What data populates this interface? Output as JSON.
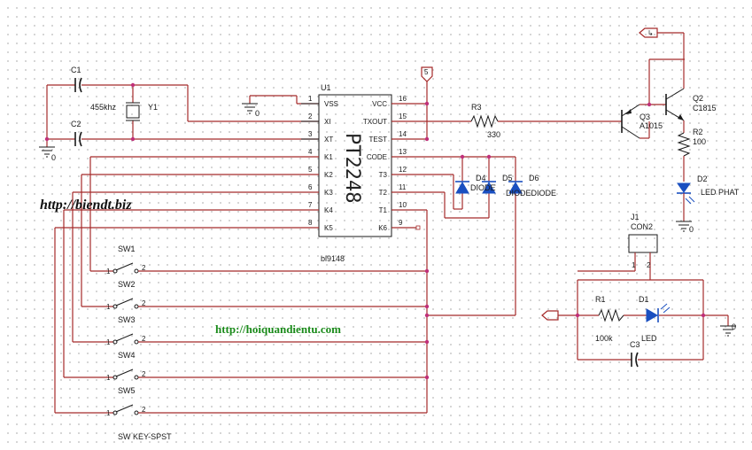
{
  "components": {
    "c1": "C1",
    "c2": "C2",
    "c3": "C3",
    "y1": "Y1",
    "freq": "455khz",
    "u1": "U1",
    "chip_text": "PT2248",
    "chip_sub": "bl9148",
    "r1": "R1",
    "r1_val": "100k",
    "r2": "R2",
    "r2_val": "100",
    "r3": "R3",
    "r3_val": "330",
    "q2": "Q2",
    "q2_type": "C1815",
    "q3": "Q3",
    "q3_type": "A1015",
    "d1": "D1",
    "d1_type": "LED",
    "d2": "D2",
    "d2_type": "LED PHAT",
    "d4": "D4",
    "d5": "D5",
    "d6": "D6",
    "d4_type": "DIODE",
    "d56_type": "DIODEDIODE",
    "j1": "J1",
    "j1_type": "CON2",
    "sw1": "SW1",
    "sw2": "SW2",
    "sw3": "SW3",
    "sw4": "SW4",
    "sw5": "SW5",
    "sw_type": "SW KEY-SPST",
    "ground": "0",
    "power_label": "5"
  },
  "pins_left": [
    {
      "num": "1",
      "name": "VSS"
    },
    {
      "num": "2",
      "name": "XI"
    },
    {
      "num": "3",
      "name": "XT"
    },
    {
      "num": "4",
      "name": "K1"
    },
    {
      "num": "5",
      "name": "K2"
    },
    {
      "num": "6",
      "name": "K3"
    },
    {
      "num": "7",
      "name": "K4"
    },
    {
      "num": "8",
      "name": "K5"
    }
  ],
  "pins_right": [
    {
      "num": "16",
      "name": "VCC"
    },
    {
      "num": "15",
      "name": "TXOUT"
    },
    {
      "num": "14",
      "name": "TEST"
    },
    {
      "num": "13",
      "name": "CODE"
    },
    {
      "num": "12",
      "name": "T3"
    },
    {
      "num": "11",
      "name": "T2"
    },
    {
      "num": "10",
      "name": "T1"
    },
    {
      "num": "9",
      "name": "K6"
    }
  ],
  "switch_pins": {
    "a": "1",
    "b": "2"
  },
  "connector_pins": {
    "a": "1",
    "b": "2"
  },
  "urls": {
    "site1": "http://biendt.biz",
    "site2": "http://hoiquandientu.com"
  }
}
